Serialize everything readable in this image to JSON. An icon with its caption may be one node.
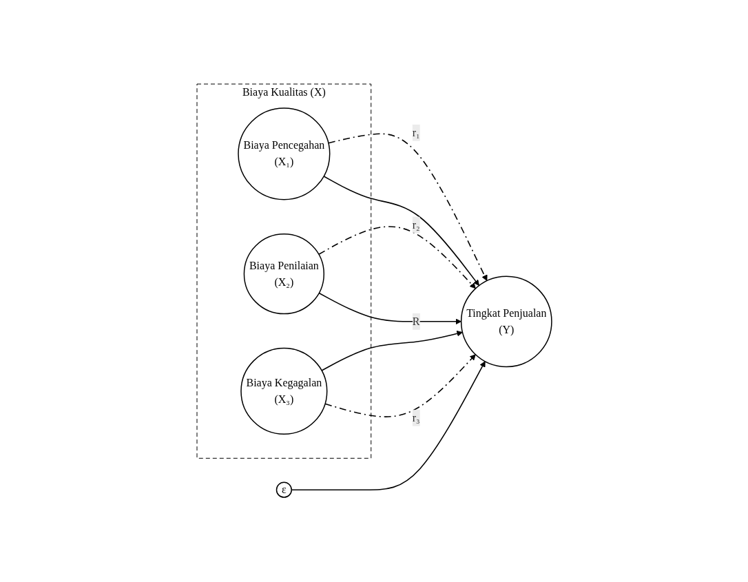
{
  "diagram": {
    "nodes": [
      {
        "text": [
          "Biaya Kualitas (X)"
        ]
      },
      {
        "text": [
          "Biaya Pencegahan",
          "(X₁)"
        ],
        "in": 0
      },
      {
        "text": [
          "Biaya Penilaian",
          "(X₂)"
        ],
        "in": 0
      },
      {
        "text": [
          "Biaya Kegagalan",
          "(X₃)"
        ],
        "in": 0
      },
      {
        "text": [
          "ε"
        ]
      },
      {
        "text": [
          "Tingkat Penjualan",
          "(Y)"
        ]
      }
    ],
    "edges": [
      {
        "from": 1,
        "to": 5,
        "arrow": "to",
        "style": "dashed",
        "label": "r₁"
      },
      {
        "from": 1,
        "to": 5,
        "arrow": "to"
      },
      {
        "from": 2,
        "to": 5,
        "arrow": "to",
        "style": "dashed",
        "label": "r₂"
      },
      {
        "from": 2,
        "to": 5,
        "arrow": "to",
        "label": "R"
      },
      {
        "from": 3,
        "to": 5,
        "arrow": "to"
      },
      {
        "from": 3,
        "to": 5,
        "arrow": "to",
        "style": "dashed",
        "label": "r₃"
      },
      {
        "from": 4,
        "to": 5,
        "arrow": "to"
      }
    ]
  }
}
